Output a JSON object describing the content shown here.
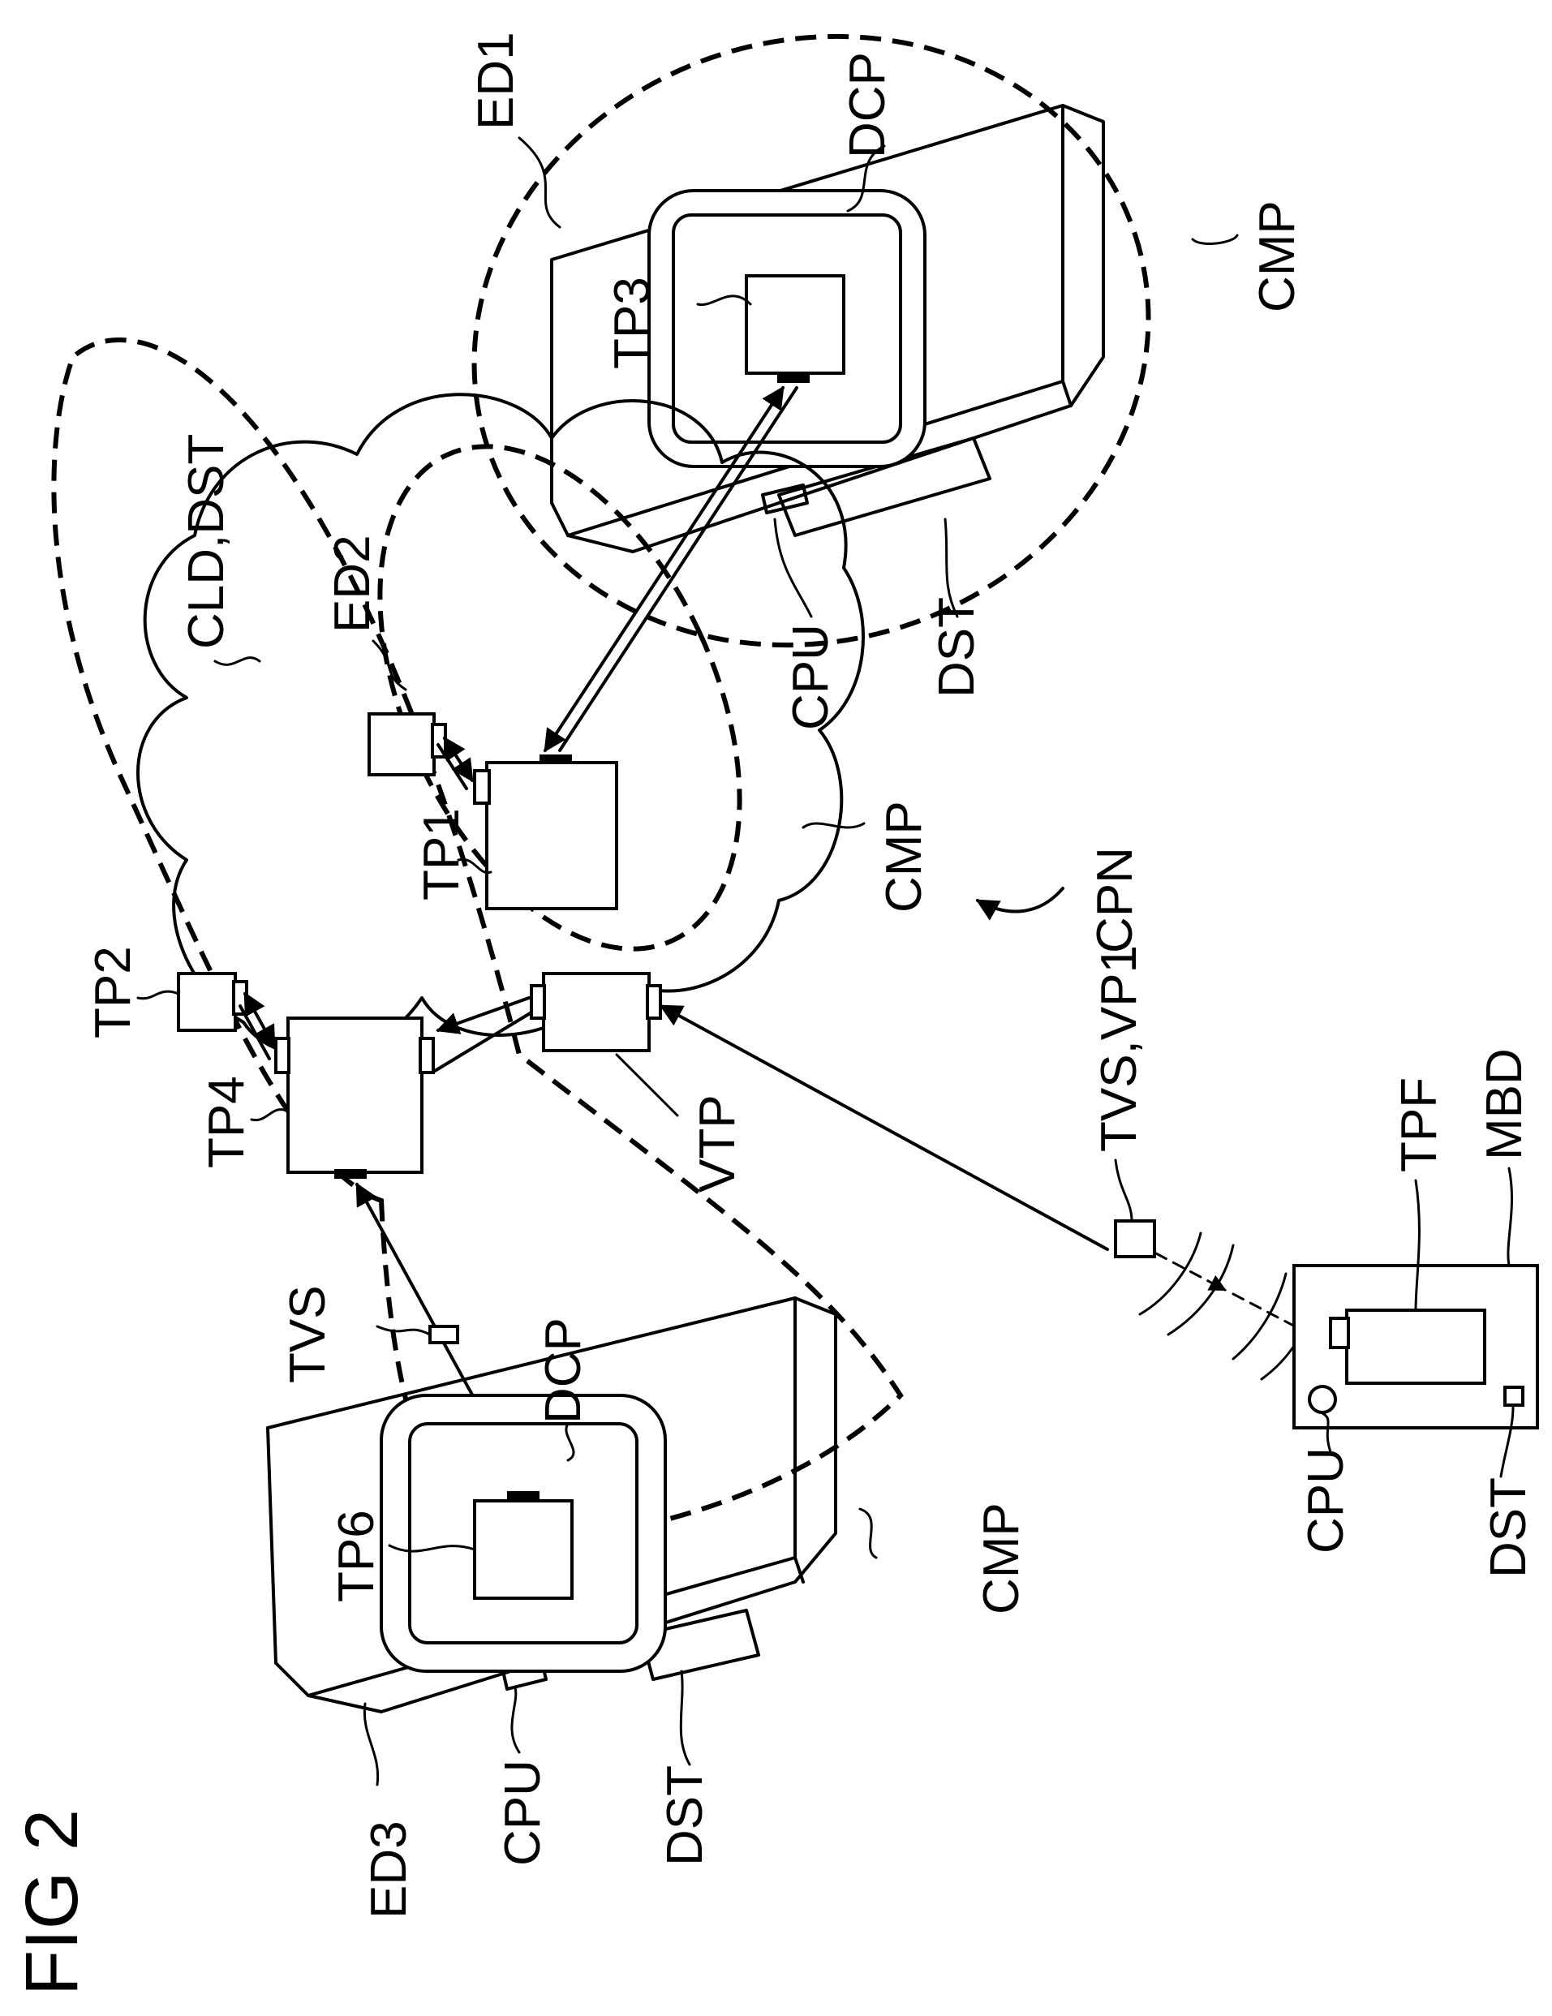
{
  "figure": {
    "title": "FIG 2"
  },
  "labels": {
    "ed1": "ED1",
    "ed2": "ED2",
    "ed3": "ED3",
    "cld_dst": "CLD,DST",
    "cpn": "CPN",
    "cmp_ed1": "CMP",
    "cmp_cloud": "CMP",
    "cmp_ed3": "CMP",
    "dcp_ed1": "DCP",
    "dcp_ed3": "DCP",
    "tp1": "TP1",
    "tp2": "TP2",
    "tp3": "TP3",
    "tp4": "TP4",
    "tp6": "TP6",
    "vtp": "VTP",
    "tvs": "TVS",
    "tvs_vp1": "TVS,VP1",
    "tpf": "TPF",
    "mbd": "MBD",
    "cpu_ed1": "CPU",
    "cpu_ed3": "CPU",
    "cpu_mbd": "CPU",
    "dst_ed1": "DST",
    "dst_ed3": "DST",
    "dst_mbd": "DST"
  }
}
